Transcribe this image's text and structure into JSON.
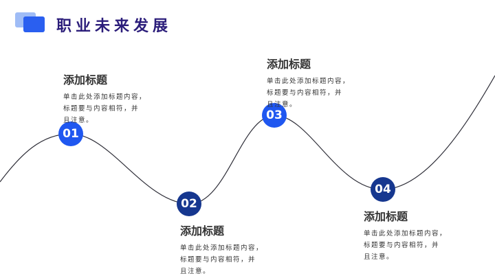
{
  "header": {
    "title": "职业未来发展"
  },
  "steps": [
    {
      "number": "01",
      "title": "添加标题",
      "lines": [
        "单击此处添加标题内容，",
        "标题要与内容相符，并",
        "且注意。"
      ]
    },
    {
      "number": "02",
      "title": "添加标题",
      "lines": [
        "单击此处添加标题内容，",
        "标题要与内容相符，并",
        "且注意。"
      ]
    },
    {
      "number": "03",
      "title": "添加标题",
      "lines": [
        "单击此处添加标题内容，",
        "标题要与内容相符，并",
        "且注意。"
      ]
    },
    {
      "number": "04",
      "title": "添加标题",
      "lines": [
        "单击此处添加标题内容，",
        "标题要与内容相符，并",
        "且注意。"
      ]
    }
  ],
  "colors": {
    "accent": "#1f57f0",
    "accent_dark": "#16378f",
    "title": "#2b1d7a"
  }
}
